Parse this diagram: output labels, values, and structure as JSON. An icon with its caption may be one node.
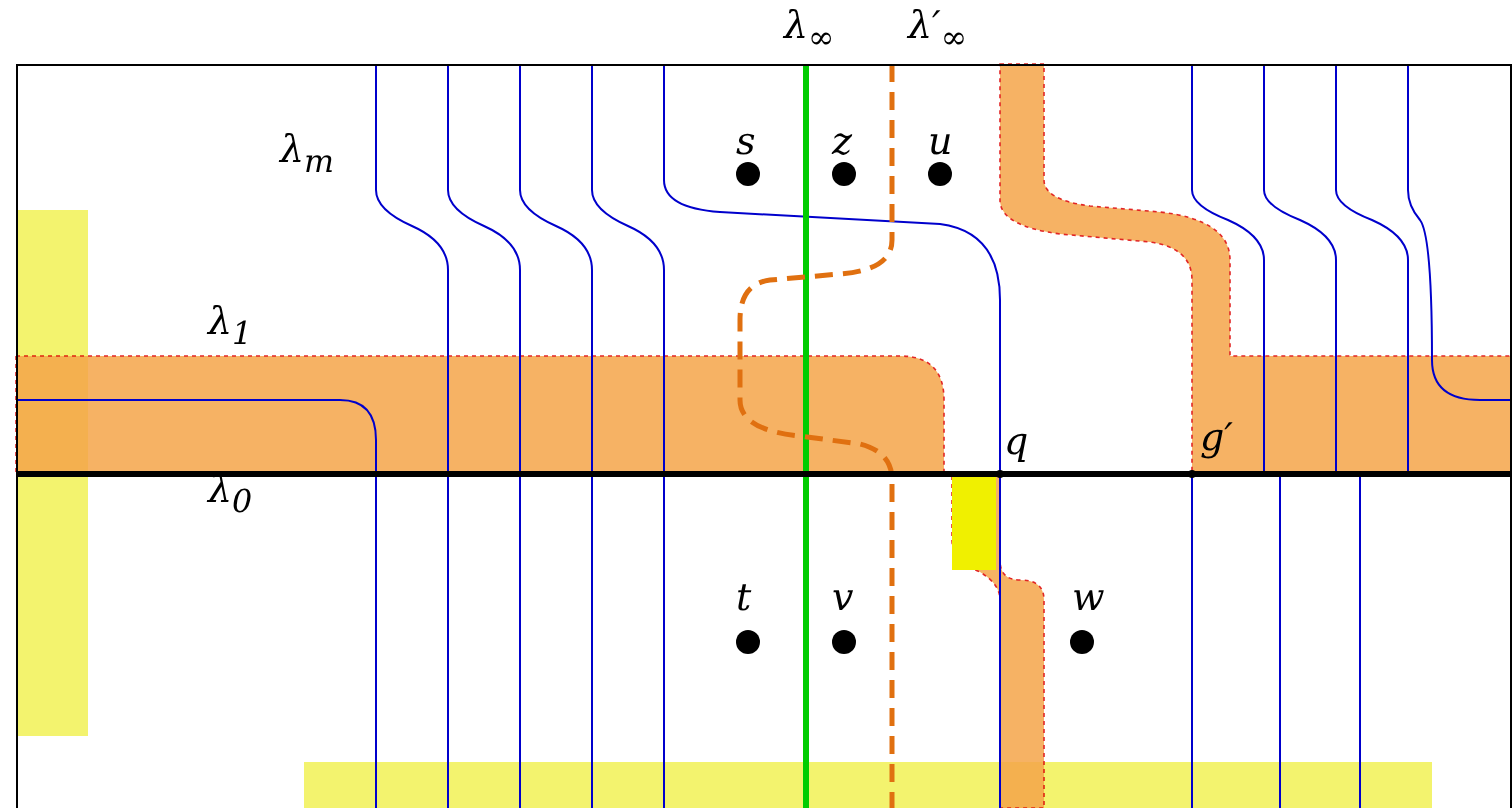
{
  "diagram": {
    "labels": [
      "λ$_{∞}$",
      "λ′$_{∞}$",
      "λ$_{m}$",
      "s",
      "z",
      "u",
      "λ$_{1}$",
      "λ$_{0}$",
      "q",
      "g′",
      "t",
      "v",
      "w"
    ]
  }
}
